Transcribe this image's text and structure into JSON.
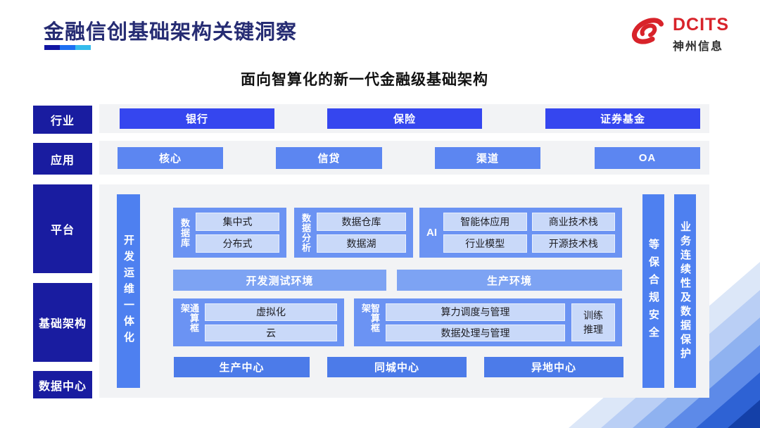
{
  "slide": {
    "title": "金融信创基础架构关键洞察",
    "subtitle": "面向智算化的新一代金融级基础架构"
  },
  "logo": {
    "brand": "DCITS",
    "company": "神州信息",
    "swirl_icon": "red-galaxy-swirl",
    "brand_color": "#D8232A"
  },
  "sidebar": {
    "items": [
      {
        "label": "行业"
      },
      {
        "label": "应用"
      },
      {
        "label": "平台"
      },
      {
        "label": "基础架构"
      },
      {
        "label": "数据中心"
      }
    ]
  },
  "industry": {
    "items": [
      {
        "label": "银行"
      },
      {
        "label": "保险"
      },
      {
        "label": "证券基金"
      }
    ]
  },
  "application": {
    "items": [
      {
        "label": "核心"
      },
      {
        "label": "信贷"
      },
      {
        "label": "渠道"
      },
      {
        "label": "OA"
      }
    ]
  },
  "platform": {
    "devops_label": "开发运维一体化",
    "database": {
      "label": "数据库",
      "items": [
        {
          "label": "集中式"
        },
        {
          "label": "分布式"
        }
      ]
    },
    "data_analysis": {
      "label": "数据分析",
      "items": [
        {
          "label": "数据仓库"
        },
        {
          "label": "数据湖"
        }
      ]
    },
    "ai": {
      "label": "AI",
      "items": [
        {
          "label": "智能体应用"
        },
        {
          "label": "商业技术栈"
        },
        {
          "label": "行业模型"
        },
        {
          "label": "开源技术栈"
        }
      ]
    },
    "environments": [
      {
        "label": "开发测试环境"
      },
      {
        "label": "生产环境"
      }
    ]
  },
  "infrastructure": {
    "general_framework": {
      "label": "通算框架",
      "items": [
        {
          "label": "虚拟化"
        },
        {
          "label": "云"
        }
      ]
    },
    "intelligent_framework": {
      "label": "智算框架",
      "items": [
        {
          "label": "算力调度与管理"
        },
        {
          "label": "数据处理与管理"
        }
      ],
      "side_label": "训练推理"
    }
  },
  "datacenters": {
    "items": [
      {
        "label": "生产中心"
      },
      {
        "label": "同城中心"
      },
      {
        "label": "异地中心"
      }
    ]
  },
  "assurance_bars": [
    {
      "label": "等保合规安全"
    },
    {
      "label": "业务连续性及数据保护"
    }
  ],
  "colors": {
    "title_navy": "#262C73",
    "sidebar_navy": "#191CA0",
    "industry_blue": "#3546EF",
    "application_blue": "#5C86F1",
    "vertical_bar_blue": "#4E80F0",
    "group_blue": "#6B93F3",
    "chip_light_blue": "#C9D9F9",
    "environment_blue": "#7DA3F3",
    "datacenter_blue": "#4C7BE9",
    "panel_gray": "#F2F3F5",
    "logo_red": "#D8232A"
  }
}
